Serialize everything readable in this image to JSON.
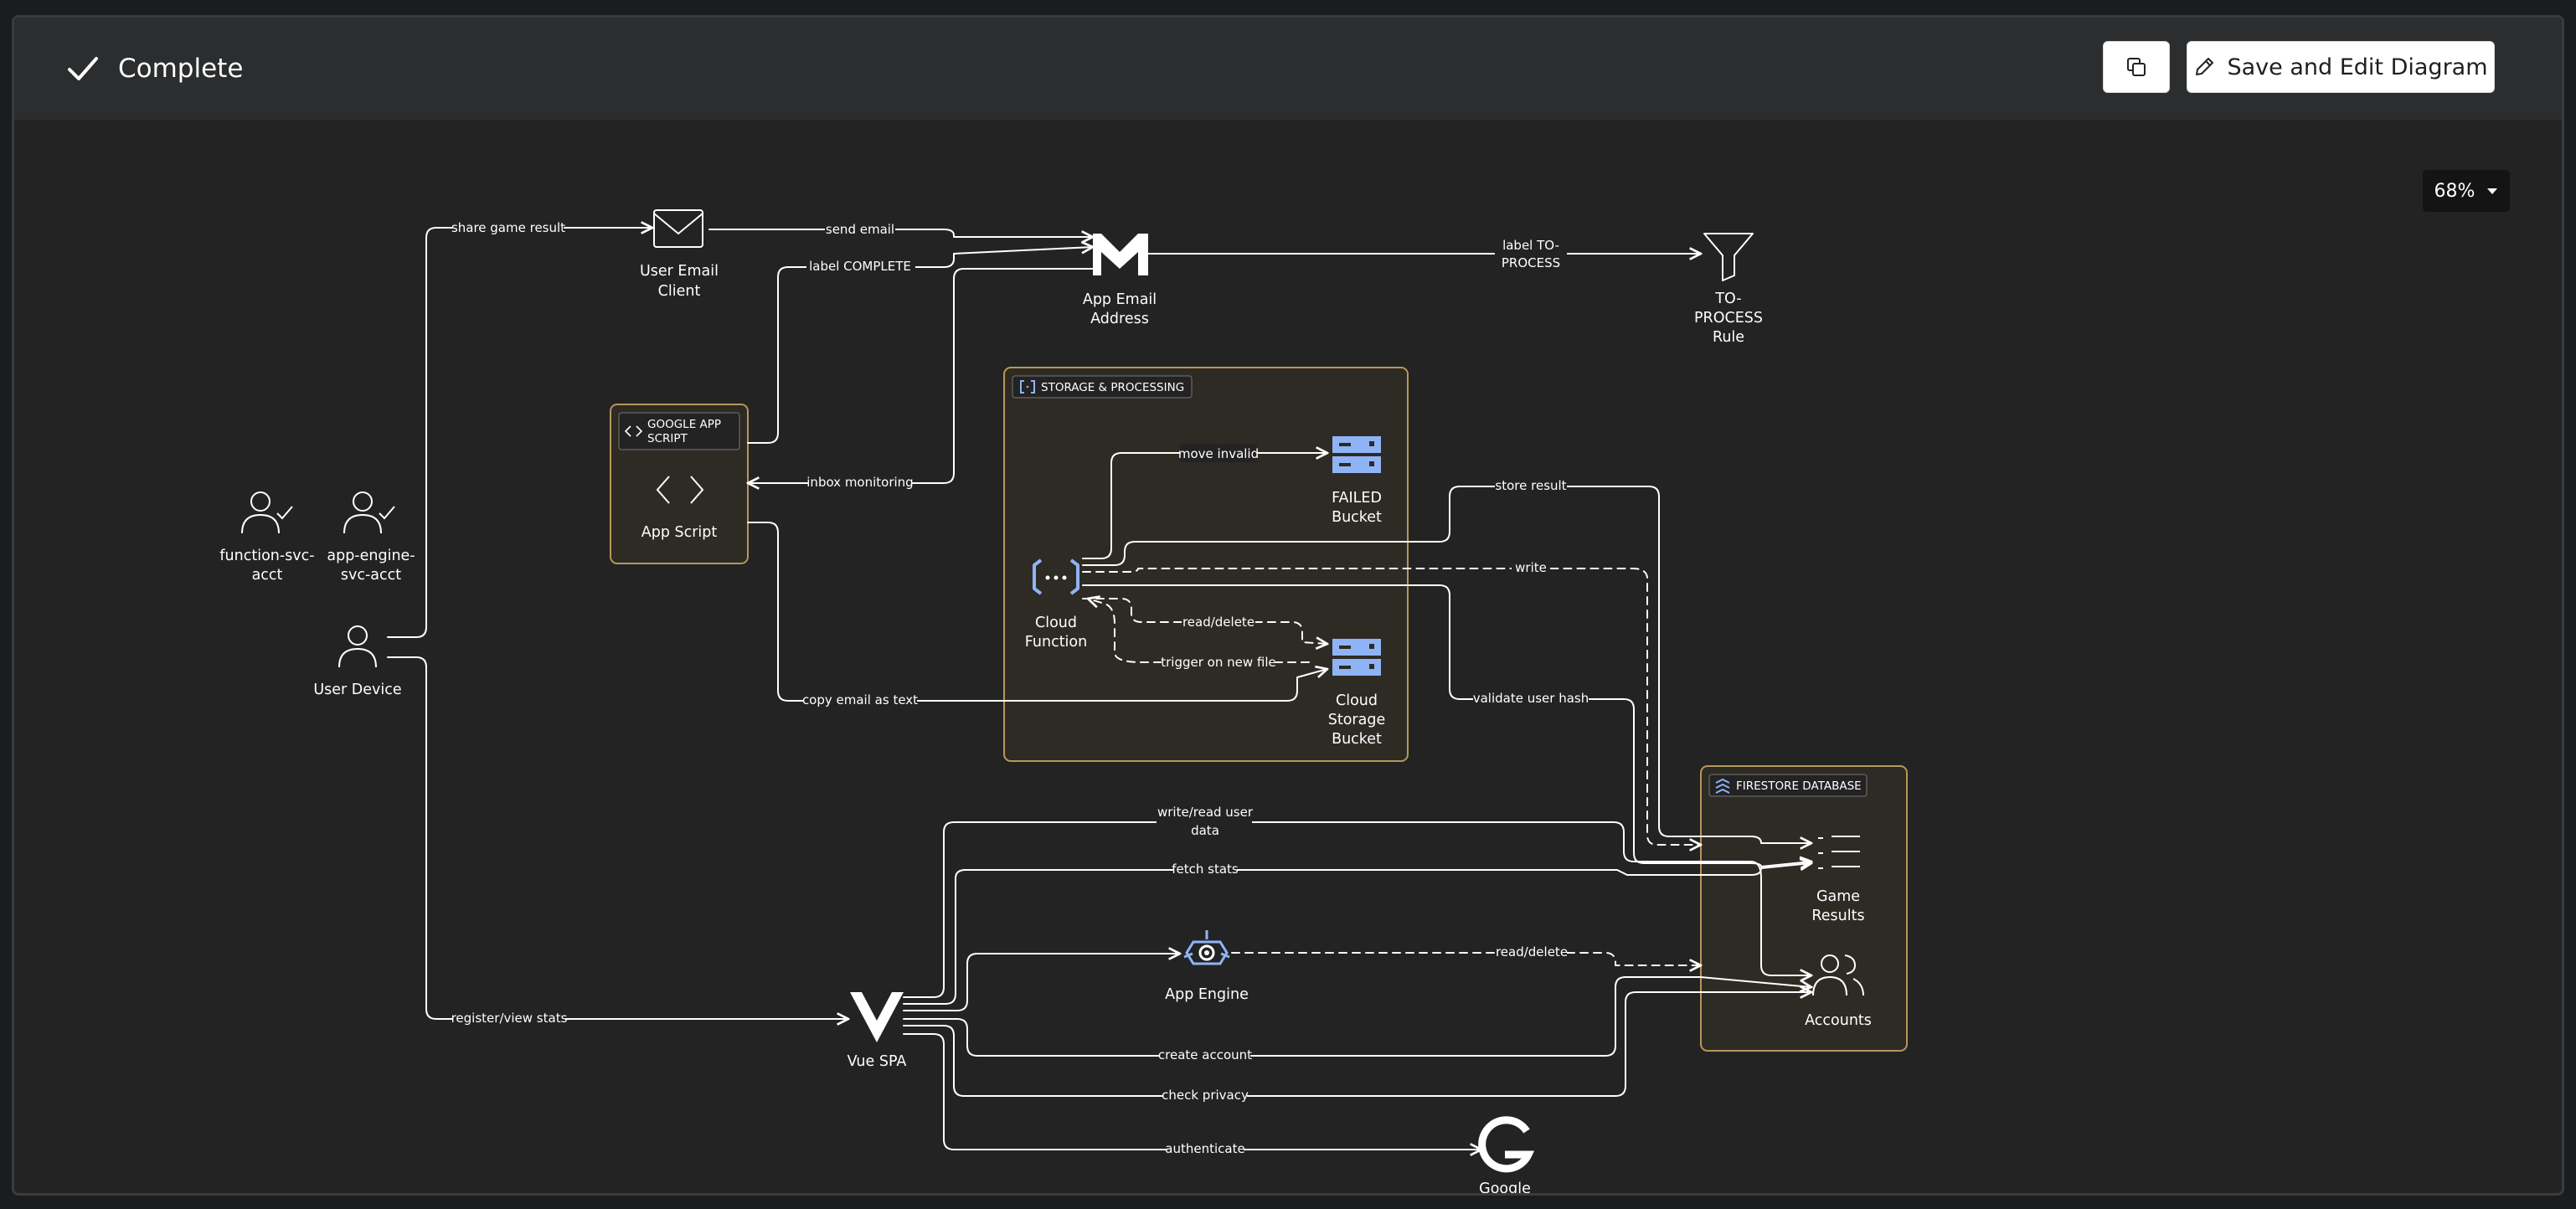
{
  "header": {
    "status_label": "Complete",
    "save_label": "Save and Edit Diagram",
    "zoom_label": "68%"
  },
  "groups": {
    "app_script": [
      "GOOGLE APP",
      "SCRIPT"
    ],
    "storage": "STORAGE & PROCESSING",
    "firestore": "FIRESTORE DATABASE"
  },
  "nodes": {
    "function_svc": [
      "function-svc-",
      "acct"
    ],
    "app_engine_svc": [
      "app-engine-",
      "svc-acct"
    ],
    "user_device": [
      "User Device"
    ],
    "user_email": [
      "User Email",
      "Client"
    ],
    "app_email": [
      "App Email",
      "Address"
    ],
    "to_process": [
      "TO-",
      "PROCESS",
      "Rule"
    ],
    "app_script": [
      "App Script"
    ],
    "failed_bucket": [
      "FAILED",
      "Bucket"
    ],
    "cloud_function": [
      "Cloud",
      "Function"
    ],
    "storage_bucket": [
      "Cloud",
      "Storage",
      "Bucket"
    ],
    "game_results": [
      "Game",
      "Results"
    ],
    "accounts": [
      "Accounts"
    ],
    "app_engine": [
      "App Engine"
    ],
    "vue_spa": [
      "Vue SPA"
    ],
    "google": [
      "Google"
    ]
  },
  "edges": {
    "share_game_result": "share game result",
    "send_email": "send email",
    "label_complete": "label COMPLETE",
    "label_to_process": [
      "label TO-",
      "PROCESS"
    ],
    "inbox_monitoring": "inbox monitoring",
    "copy_email": "copy email as text",
    "move_invalid": "move invalid",
    "read_delete_storage": "read/delete",
    "trigger_new_file": "trigger on new file",
    "store_result": "store result",
    "write": "write",
    "validate_hash": "validate user hash",
    "write_read_user": [
      "write/read user",
      "data"
    ],
    "fetch_stats": "fetch stats",
    "read_delete_fs": "read/delete",
    "create_account": "create account",
    "check_privacy": "check privacy",
    "authenticate": "authenticate",
    "register_view": "register/view stats"
  },
  "colors": {
    "background": "#232323",
    "header": "#2b2d2e",
    "group_border": "#b7975a",
    "gcp_blue": "#8fb4f5",
    "line": "#ffffff"
  },
  "icons": {
    "status": "checkmark-icon",
    "copy": "copy-icon",
    "save": "pencil-icon",
    "zoom": "caret-down-icon"
  }
}
